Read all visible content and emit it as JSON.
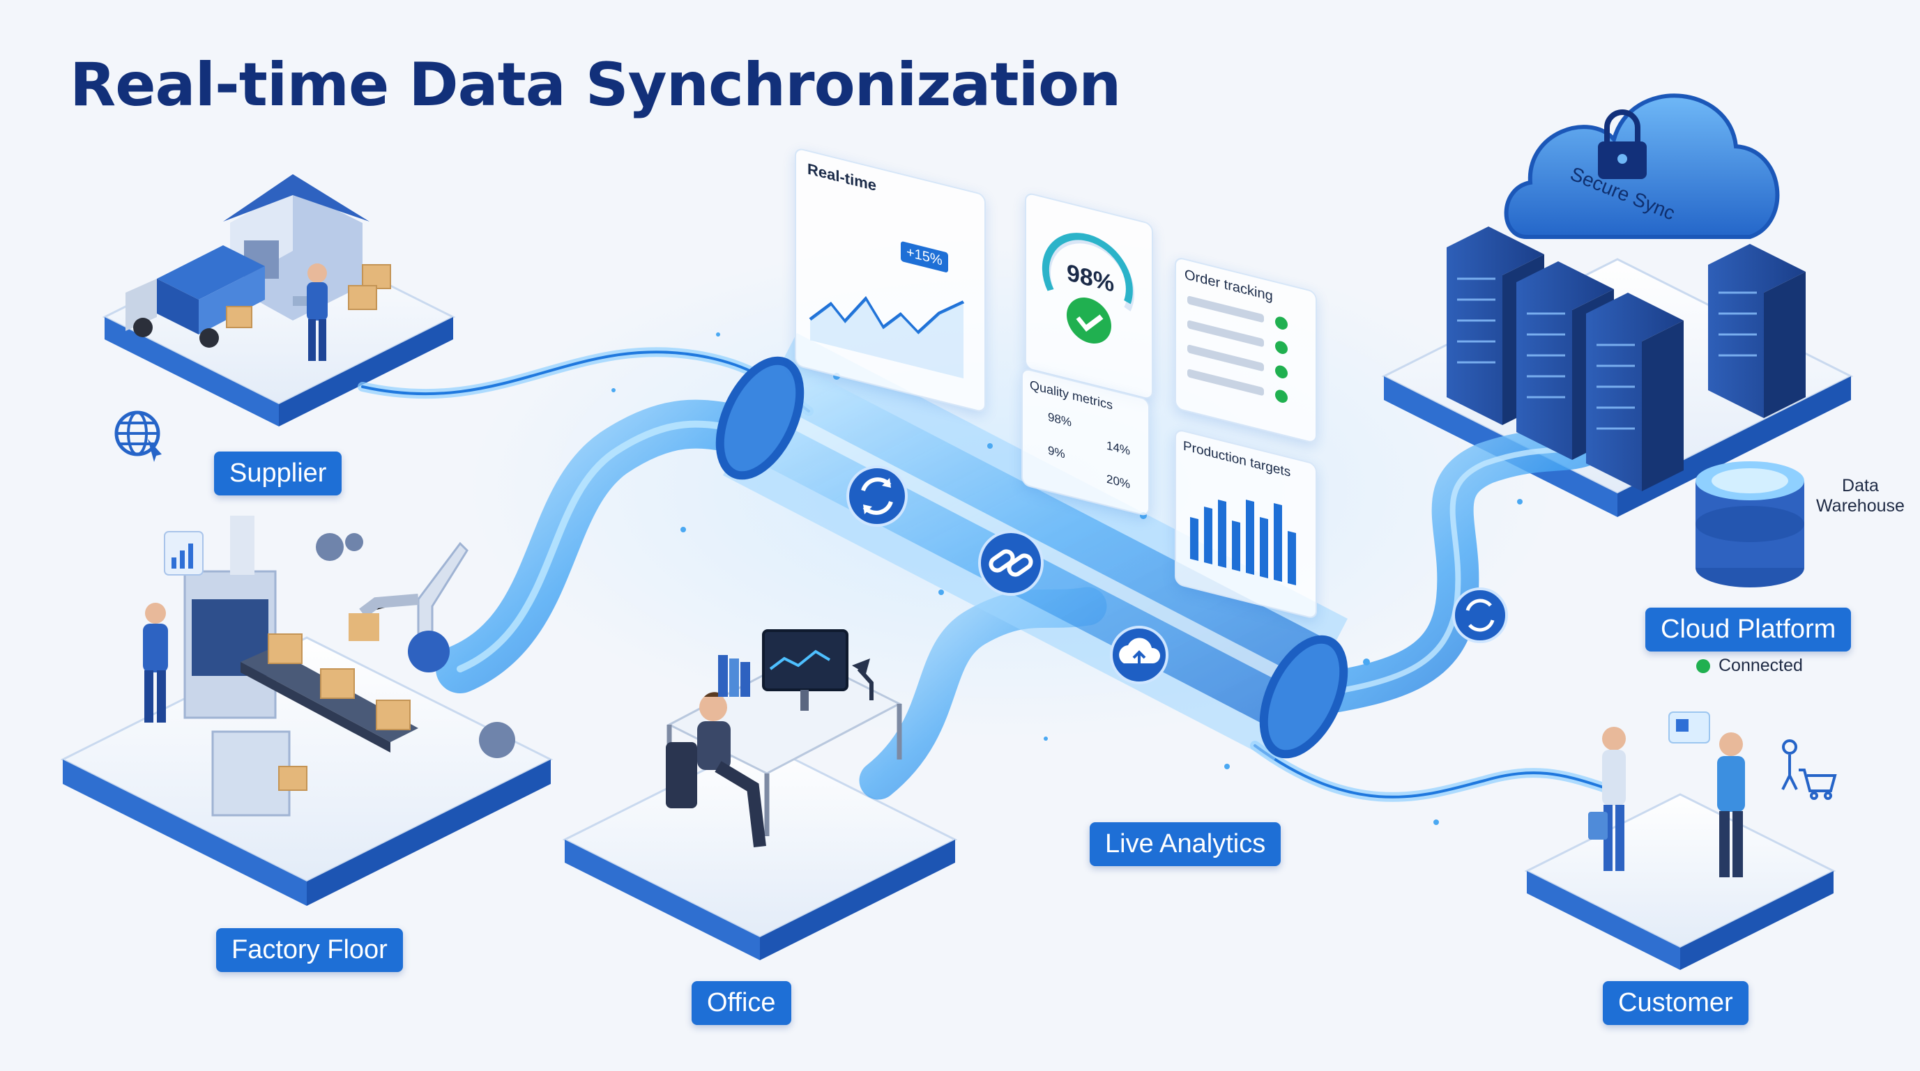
{
  "title": "Real-time Data Synchronization",
  "nodes": {
    "supplier": "Supplier",
    "factory": "Factory Floor",
    "office": "Office",
    "analytics": "Live Analytics",
    "cloud": "Cloud Platform",
    "customer": "Customer"
  },
  "cloud": {
    "cloud_text": "Secure Sync",
    "warehouse_label": "Data\nWarehouse",
    "status": "Connected"
  },
  "panels": {
    "realtime": {
      "title": "Real-time",
      "badge": "+15%"
    },
    "gauge": {
      "value": "98%"
    },
    "order": {
      "title": "Order tracking"
    },
    "quality": {
      "title": "Quality metrics",
      "m1": "98%",
      "m2": "9%",
      "m3": "14%",
      "m4": "20%"
    },
    "production": {
      "title": "Production targets"
    }
  },
  "colors": {
    "accent": "#1e6fd6",
    "title": "#12307a",
    "flow": "#3fa0f2",
    "ok": "#20b050"
  }
}
